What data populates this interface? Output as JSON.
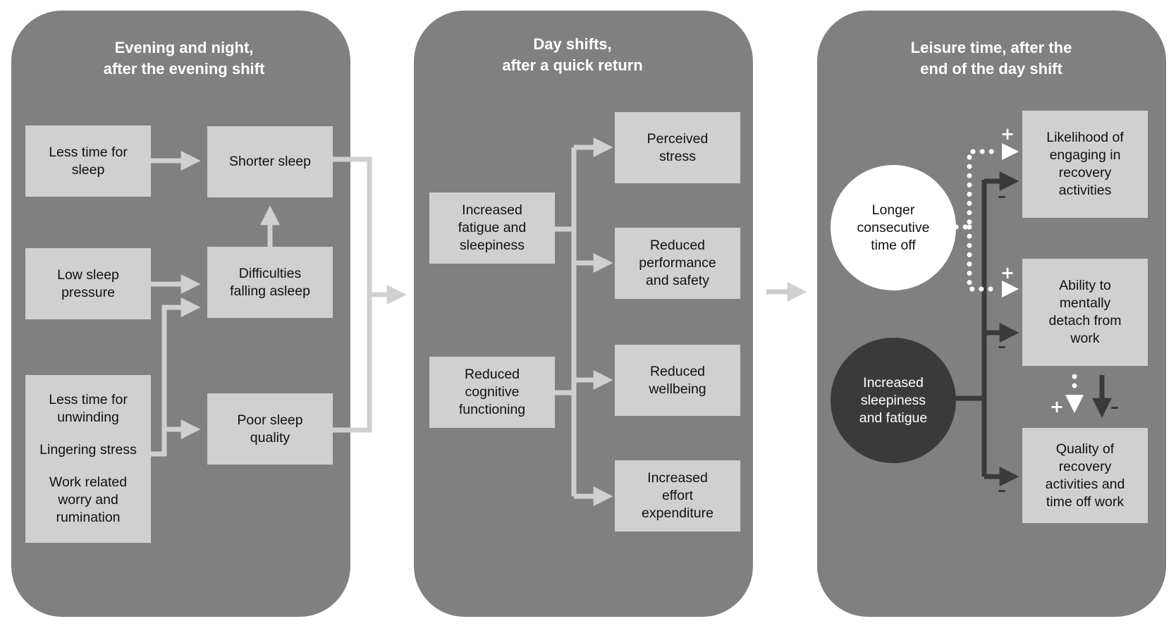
{
  "panels": {
    "evening": {
      "title": "Evening and night,\nafter the evening shift",
      "boxes": {
        "less_time_sleep": "Less time for\nsleep",
        "shorter_sleep": "Shorter sleep",
        "low_sleep_pressure": "Low sleep\npressure",
        "difficulties_falling_asleep": "Difficulties\nfalling asleep",
        "poor_sleep_quality": "Poor sleep\nquality",
        "less_time_unwinding": "Less time for\nunwinding",
        "lingering_stress": "Lingering stress",
        "work_worry": "Work related\nworry and\nrumination"
      }
    },
    "day_shifts": {
      "title": "Day shifts,\nafter a quick return",
      "boxes": {
        "increased_fatigue": "Increased\nfatigue and\nsleepiness",
        "reduced_cognitive": "Reduced\ncognitive\nfunctioning",
        "perceived_stress": "Perceived\nstress",
        "reduced_performance": "Reduced\nperformance\nand safety",
        "reduced_wellbeing": "Reduced\nwellbeing",
        "increased_effort": "Increased\neffort\nexpenditure"
      }
    },
    "leisure": {
      "title": "Leisure time, after the\nend of the day shift",
      "circles": {
        "longer_time_off": "Longer\nconsecutive\ntime off",
        "increased_sleepiness": "Increased\nsleepiness\nand fatigue"
      },
      "boxes": {
        "likelihood_recovery": "Likelihood of\nengaging in\nrecovery\nactivities",
        "ability_detach": "Ability to\nmentally\ndetach from\nwork",
        "quality_recovery": "Quality of\nrecovery\nactivities and\ntime off work"
      },
      "signs": {
        "plus": "+",
        "minus": "–"
      }
    }
  },
  "colors": {
    "panel": "#808080",
    "box": "#d0d0d0",
    "arrow_light": "#d0d0d0",
    "arrow_dark": "#3a3a3a",
    "dark_circle": "#3a3a3a",
    "white": "#ffffff",
    "between_arrow": "#cccccc"
  }
}
